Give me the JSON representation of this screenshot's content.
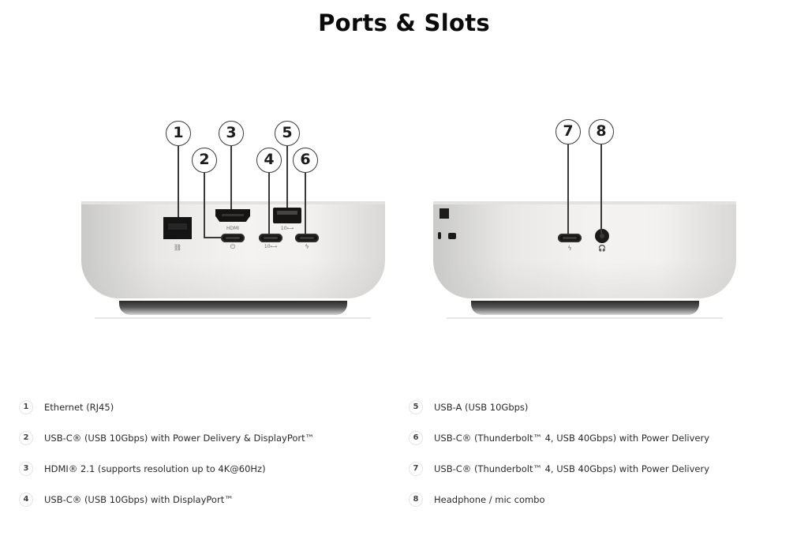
{
  "title": "Ports & Slots",
  "diagram": {
    "left_view": {
      "callouts": [
        "1",
        "2",
        "3",
        "4",
        "5",
        "6"
      ],
      "port_glyphs": {
        "ethernet": "⛓",
        "power": "⏻",
        "hdmi": "HDMI",
        "usb_c_10": "10⟷",
        "usb_a_10": "10⟷",
        "thunderbolt": "ϟ"
      }
    },
    "right_view": {
      "callouts": [
        "7",
        "8"
      ],
      "port_glyphs": {
        "thunderbolt": "ϟ",
        "headphone": "🎧"
      }
    }
  },
  "legend": [
    {
      "num": "1",
      "label": "Ethernet (RJ45)"
    },
    {
      "num": "2",
      "label": "USB-C® (USB 10Gbps) with Power Delivery & DisplayPort™"
    },
    {
      "num": "3",
      "label": "HDMI® 2.1 (supports resolution up to 4K@60Hz)"
    },
    {
      "num": "4",
      "label": "USB-C® (USB 10Gbps) with DisplayPort™"
    },
    {
      "num": "5",
      "label": "USB-A (USB 10Gbps)"
    },
    {
      "num": "6",
      "label": "USB-C® (Thunderbolt™ 4, USB 40Gbps) with Power Delivery"
    },
    {
      "num": "7",
      "label": "USB-C® (Thunderbolt™ 4, USB 40Gbps) with Power Delivery"
    },
    {
      "num": "8",
      "label": "Headphone / mic combo"
    }
  ]
}
